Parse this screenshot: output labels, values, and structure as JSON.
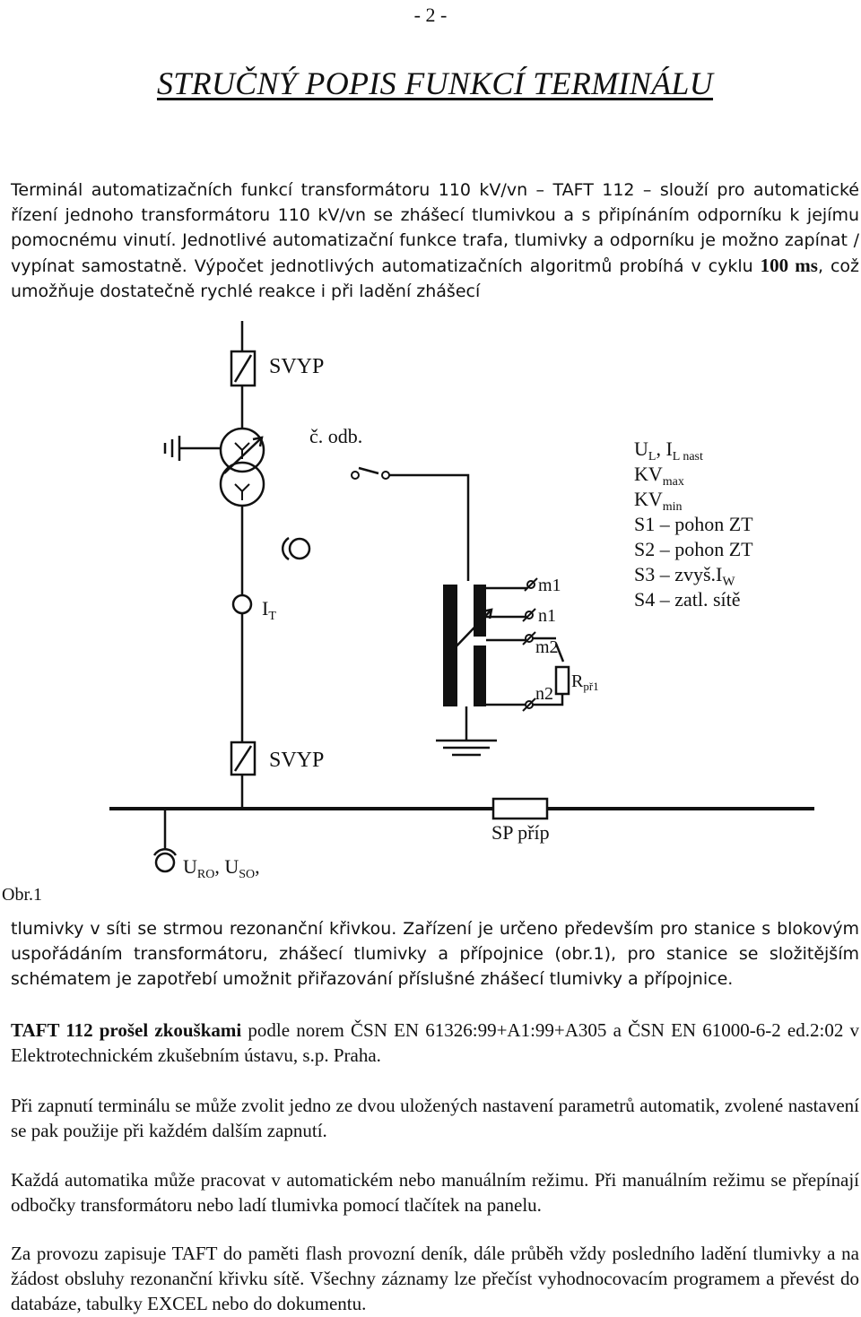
{
  "page_number": "- 2 -",
  "title": "STRUČNÝ POPIS FUNKCÍ TERMINÁLU",
  "para1": {
    "text": "Terminál automatizačních funkcí transformátoru 110 kV/vn – TAFT 112 – slouží pro automatické řízení jednoho transformátoru 110 kV/vn se zhášecí tlumivkou a s připínáním odporníku k jejímu pomocnému vinutí. Jednotlivé automatizační funkce trafa, tlumivky a odporníku je možno zapínat / vypínat samostatně. Výpočet jednotlivých automatizačních algoritmů probíhá v cyklu ",
    "bold": "100 ms",
    "text_after": ", což umožňuje dostatečně rychlé reakce i při ladění zhášecí"
  },
  "diagram": {
    "svyp_top": "SVYP",
    "svyp_bottom": "SVYP",
    "c_odb": "č. odb.",
    "it_main": "I",
    "it_sub": "T",
    "m1": "m1",
    "n1": "n1",
    "m2": "m2",
    "n2": "n2",
    "r_main": "R",
    "r_sub": "př1",
    "sp_prip": "SP příp",
    "obr": "Obr.1",
    "uro_main1": "U",
    "uro_sub1": "RO",
    "uro_sep": ", U",
    "uro_sub2": "SO",
    "uro_end": ",",
    "signals": {
      "ul_main": "U",
      "ul_sub": "L",
      "il_main": ", I",
      "il_sub": "L nast",
      "kvmax_main": "KV",
      "kvmax_sub": "max",
      "kvmin_main": "KV",
      "kvmin_sub": "min",
      "s1": "S1 – pohon ZT",
      "s2": "S2 – pohon ZT",
      "s3_main": "S3 – zvyš.I",
      "s3_sub": "W",
      "s4": "S4 – zatl. sítě"
    }
  },
  "para2": "tlumivky v síti se strmou rezonanční křivkou. Zařízení je určeno především pro stanice s blokovým uspořádáním transformátoru, zhášecí tlumivky a přípojnice (obr.1), pro stanice se složitějším schématem je zapotřebí umožnit přiřazování příslušné zhášecí tlumivky a přípojnice.",
  "para3": {
    "bold": "TAFT 112 prošel zkouškami",
    "text": " podle norem ČSN EN 61326:99+A1:99+A305 a ČSN EN 61000-6-2 ed.2:02 v Elektrotechnickém zkušebním ústavu, s.p. Praha."
  },
  "para4": "Při zapnutí terminálu se může zvolit jedno ze dvou uložených nastavení parametrů automatik, zvolené nastavení se pak použije při každém dalším zapnutí.",
  "para5": "Každá automatika může pracovat v automatickém nebo manuálním režimu. Při manuálním režimu se přepínají odbočky transformátoru nebo ladí tlumivka pomocí tlačítek na panelu.",
  "para6": "Za provozu zapisuje TAFT do paměti flash provozní deník, dále průběh vždy posledního ladění tlumivky a na žádost obsluhy rezonanční křivku sítě. Všechny záznamy lze přečíst vyhodnocovacím programem a převést do databáze, tabulky EXCEL nebo do dokumentu."
}
